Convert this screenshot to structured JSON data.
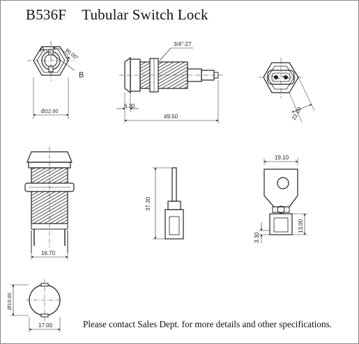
{
  "title": {
    "part_number": "B536F",
    "name": "Tubular Switch Lock"
  },
  "views": {
    "front": {
      "label_a": "A",
      "label_b": "B",
      "angle": "90.00°",
      "diameter": "Ø22.00"
    },
    "side": {
      "thread": "3/4\"-27",
      "flange": "6.30",
      "length": "49.50"
    },
    "rear": {
      "width": "22.00"
    },
    "side_profile": {
      "width": "16.70"
    },
    "terminal": {
      "height": "37.30"
    },
    "key": {
      "width": "19.10",
      "tip": "3.30",
      "height": "13.00"
    },
    "key_face": {
      "diameter": "Ø19.00",
      "width": "17.00"
    }
  },
  "footnote": "Please contact Sales Dept. for more details and other specifications."
}
